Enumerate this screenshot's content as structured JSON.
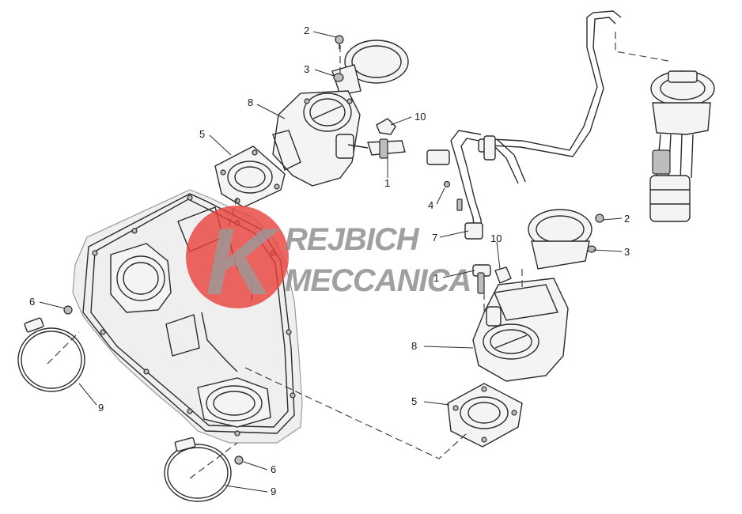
{
  "diagram": {
    "type": "exploded-parts-diagram",
    "callouts": [
      "1",
      "2",
      "3",
      "4",
      "5",
      "6",
      "7",
      "8",
      "9",
      "10"
    ],
    "watermark": {
      "line1": "REJBICH",
      "line2": "MECCANICA",
      "logo_letter": "K",
      "circle_color": "#e8403a"
    }
  }
}
